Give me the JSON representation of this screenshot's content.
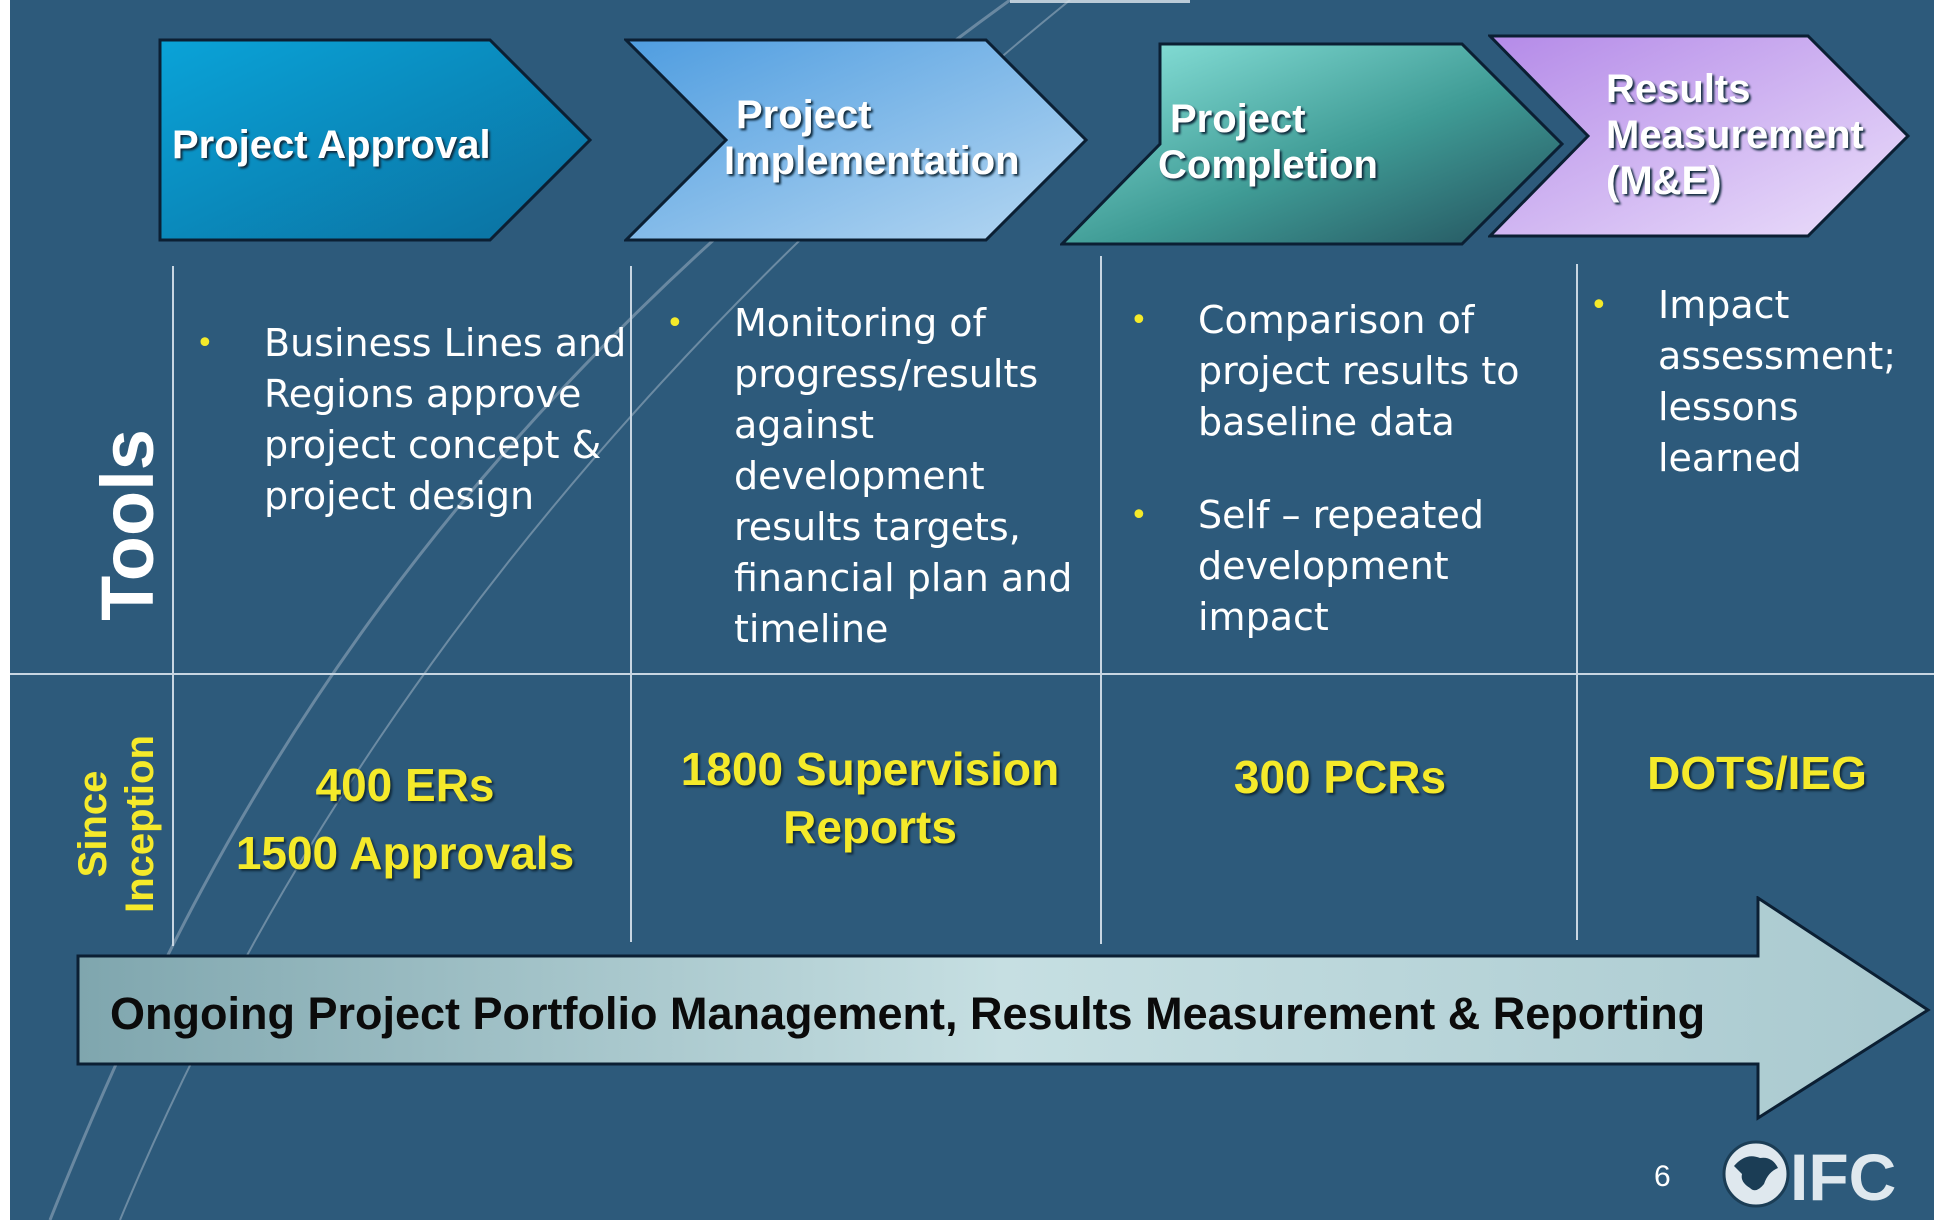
{
  "stages": [
    {
      "lines": [
        "Project Approval"
      ]
    },
    {
      "lines": [
        "Project",
        "Implementation"
      ]
    },
    {
      "lines": [
        "Project",
        "Completion"
      ]
    },
    {
      "lines": [
        "Results",
        "Measurement",
        "(M&E)"
      ]
    }
  ],
  "tools_label": "Tools",
  "since_label": [
    "Since",
    "Inception"
  ],
  "tools": [
    [
      "Business Lines and Regions approve project concept & project design"
    ],
    [
      "Monitoring of progress/results against development results targets, financial plan and timeline"
    ],
    [
      "Comparison of project results to baseline data",
      "Self – repeated development impact"
    ],
    [
      "Impact assessment; lessons learned"
    ]
  ],
  "since": [
    [
      "400 ERs",
      "1500 Approvals"
    ],
    [
      "1800 Supervision",
      "Reports"
    ],
    [
      "300 PCRs"
    ],
    [
      "DOTS/IEG"
    ]
  ],
  "bullet_glyph": "•",
  "banner": "Ongoing Project Portfolio Management, Results Measurement & Reporting",
  "page_number": "6",
  "logo_text": "IFC",
  "colors": {
    "background": "#2d5a7b",
    "accent_yellow": "#f5ea2a",
    "stage1": "#0a8cc4",
    "stage2": "#6bb0e6",
    "stage3": "#3fa99e",
    "stage4": "#c8a4f2",
    "banner": "#a9c9cf"
  }
}
